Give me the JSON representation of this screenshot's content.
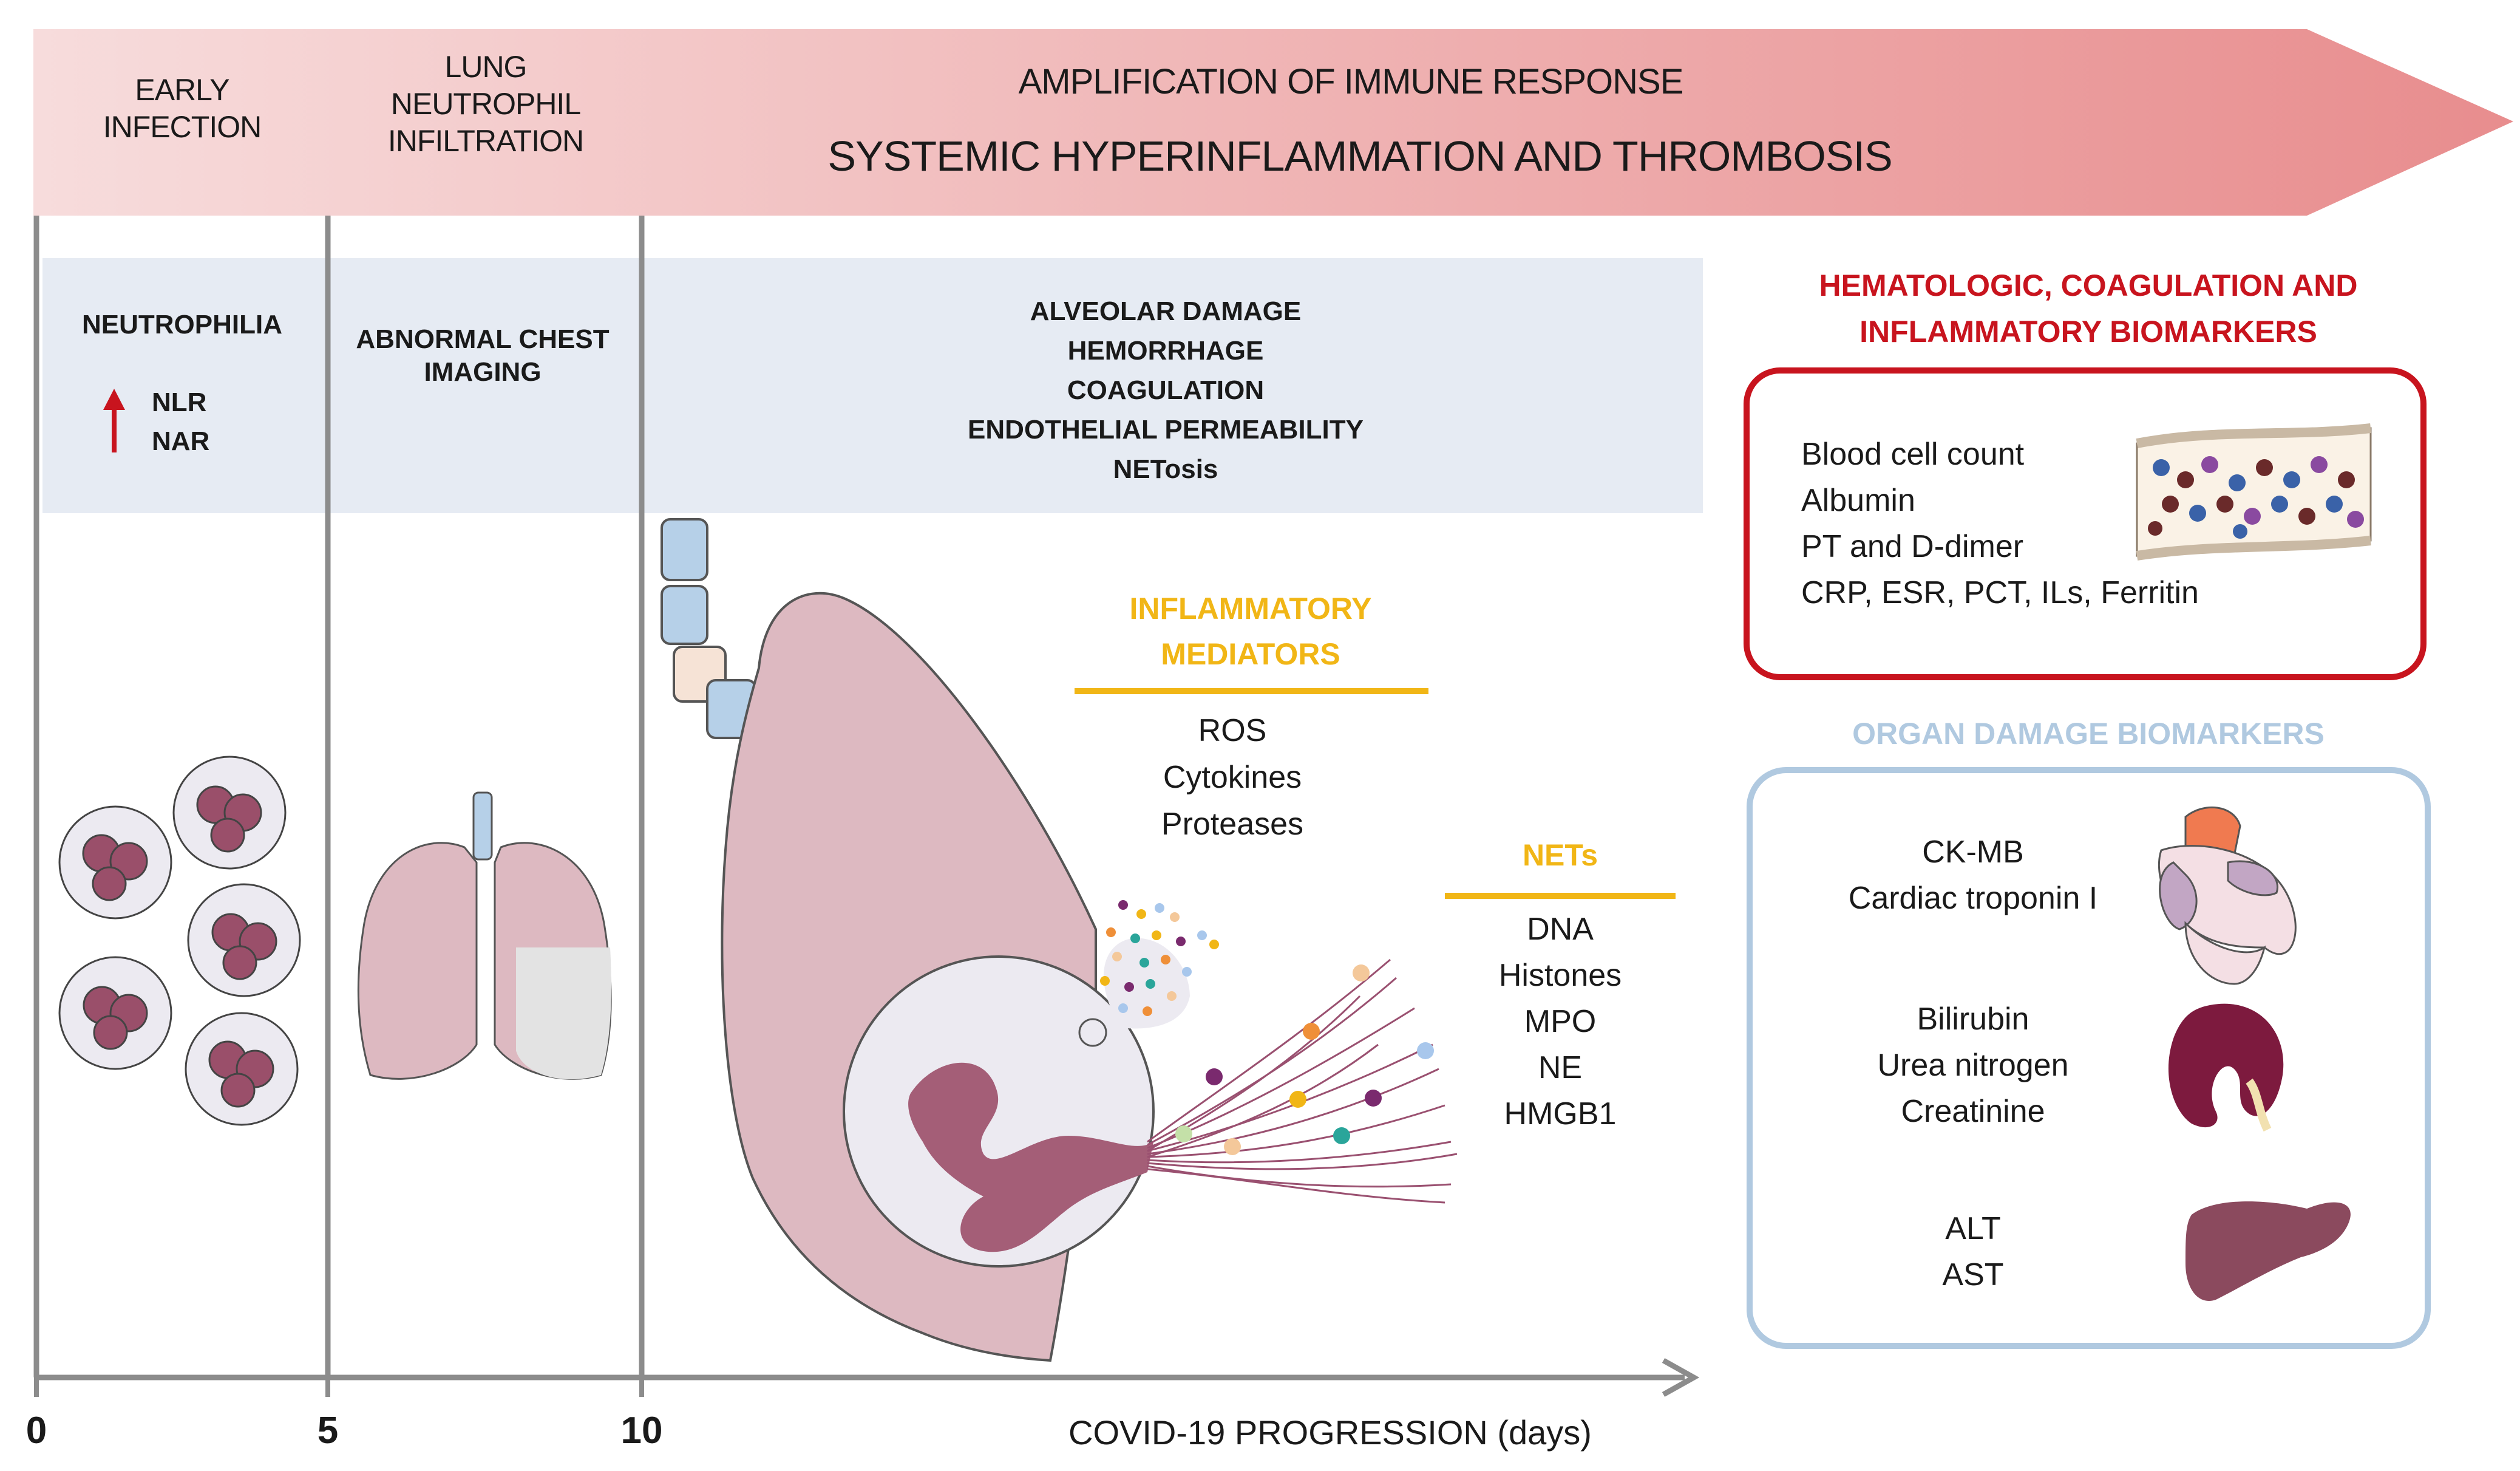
{
  "timeline": {
    "phases": [
      {
        "id": "early",
        "lines": [
          "EARLY",
          "INFECTION"
        ]
      },
      {
        "id": "lung",
        "lines": [
          "LUNG",
          "NEUTROPHIL",
          "INFILTRATION"
        ]
      }
    ],
    "header_line1": "AMPLIFICATION OF IMMUNE RESPONSE",
    "header_line2": "SYSTEMIC HYPERINFLAMMATION  AND THROMBOSIS"
  },
  "features": {
    "early": {
      "title": "NEUTROPHILIA",
      "markers": [
        "NLR",
        "NAR"
      ],
      "arrow": "up-arrow"
    },
    "lung": {
      "lines": [
        "ABNORMAL CHEST",
        "IMAGING"
      ]
    },
    "systemic": {
      "lines": [
        "ALVEOLAR DAMAGE",
        "HEMORRHAGE",
        "COAGULATION",
        "ENDOTHELIAL PERMEABILITY",
        "NETosis"
      ]
    }
  },
  "mediators": {
    "title_lines": [
      "INFLAMMATORY",
      "MEDIATORS"
    ],
    "items": [
      "ROS",
      "Cytokines",
      "Proteases"
    ]
  },
  "nets": {
    "title": "NETs",
    "items": [
      "DNA",
      "Histones",
      "MPO",
      "NE",
      "HMGB1"
    ]
  },
  "hematologic": {
    "title_lines": [
      "HEMATOLOGIC, COAGULATION AND",
      "INFLAMMATORY BIOMARKERS"
    ],
    "items": [
      "Blood cell count",
      "Albumin",
      "PT and D-dimer",
      "CRP, ESR, PCT, ILs, Ferritin"
    ]
  },
  "organ": {
    "title": "ORGAN DAMAGE BIOMARKERS",
    "groups": [
      {
        "organ": "heart-icon",
        "items": [
          "CK-MB",
          "Cardiac troponin I"
        ]
      },
      {
        "organ": "kidney-icon",
        "items": [
          "Bilirubin",
          "Urea nitrogen",
          "Creatinine"
        ]
      },
      {
        "organ": "liver-icon",
        "items": [
          "ALT",
          "AST"
        ]
      }
    ]
  },
  "axis": {
    "ticks": [
      "0",
      "5",
      "10"
    ],
    "label": "COVID-19 PROGRESSION (days)"
  },
  "colors": {
    "banner": "#ecaaaa",
    "feature_band": "#e6ebf3",
    "lung": "#ddb9c1",
    "neutrophil_nucleus": "#9a4f6a",
    "mediator_gold": "#f1b616",
    "hematologic_red": "#c8141e",
    "organ_blue": "#b0c9e0"
  }
}
